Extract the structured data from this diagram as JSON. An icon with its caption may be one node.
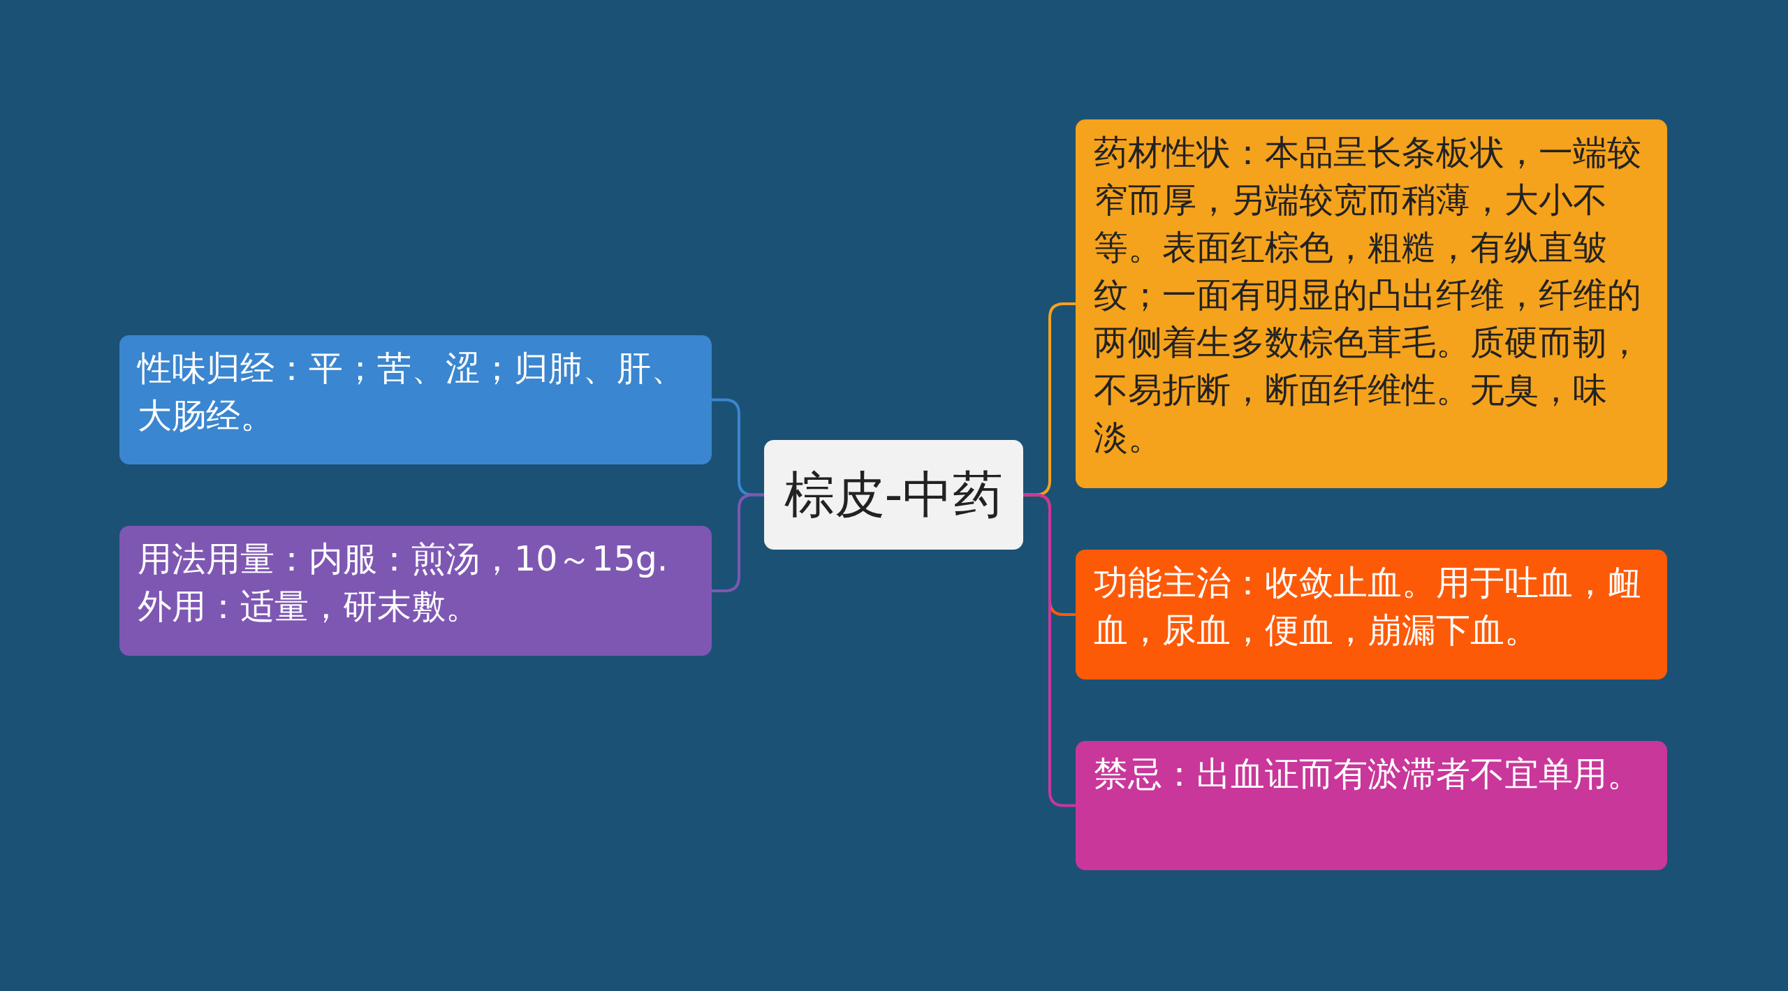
{
  "diagram": {
    "nodes": [
      {
        "text": [
          "棕皮-中药"
        ]
      },
      {
        "text": [
          "性味归经：平；苦、涩；归肺、肝、大肠经。"
        ]
      },
      {
        "text": [
          "用法用量：内服：煎汤，10～15g.外用：适量，研末敷。"
        ]
      },
      {
        "text": [
          "药材性状：本品呈长条板状，一端较窄而厚，另端较宽而稍薄，大小不等。表面红棕色，粗糙，有纵直皱纹；一面有明显的凸出纤维，纤维的两侧着生多数棕色茸毛。质硬而韧，不易折断，断面纤维性。无臭，味淡。"
        ]
      },
      {
        "text": [
          "功能主治：收敛止血。用于吐血，衄血，尿血，便血，崩漏下血。"
        ]
      },
      {
        "text": [
          "禁忌：出血证而有淤滞者不宜单用。"
        ]
      }
    ],
    "edges": [
      {
        "from": 0,
        "to": 1,
        "arrow": "none",
        "color": "#3a86d0"
      },
      {
        "from": 0,
        "to": 2,
        "arrow": "none",
        "color": "#7e57b3"
      },
      {
        "from": 0,
        "to": 3,
        "arrow": "none",
        "color": "#f5a21c"
      },
      {
        "from": 0,
        "to": 4,
        "arrow": "none",
        "color": "#fd5a08"
      },
      {
        "from": 0,
        "to": 5,
        "arrow": "none",
        "color": "#c9379a"
      }
    ]
  }
}
